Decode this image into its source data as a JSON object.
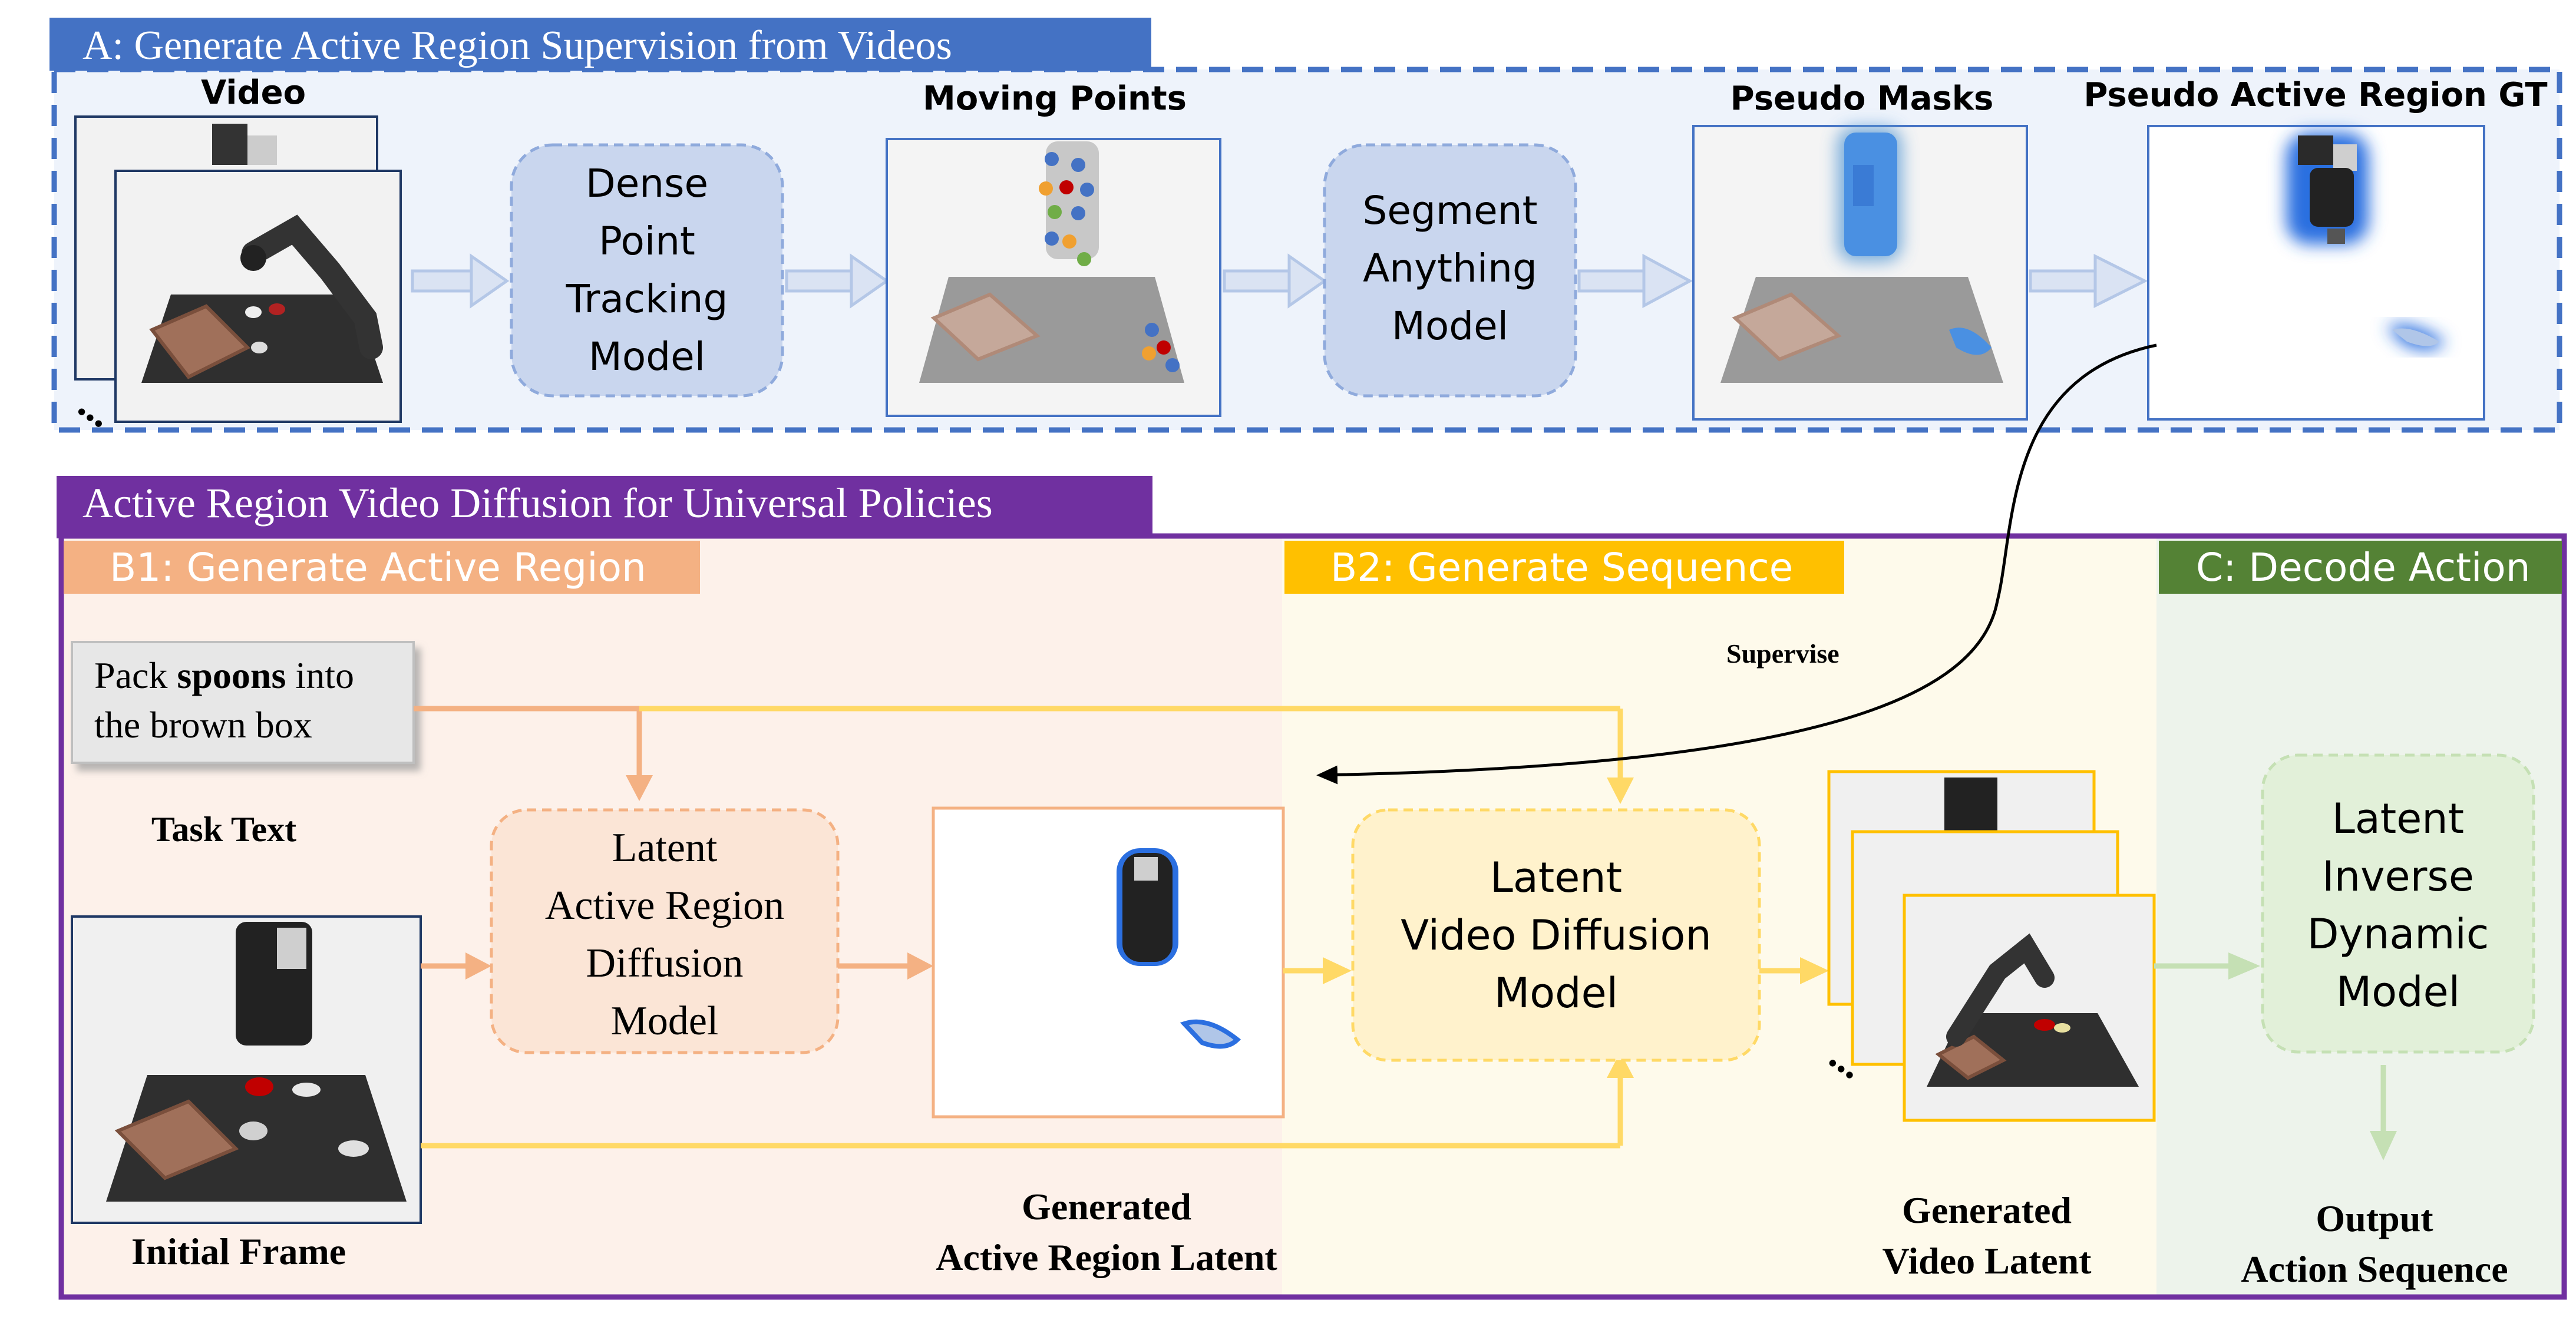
{
  "section_a": {
    "title": "A: Generate Active Region Supervision from Videos",
    "video_label": "Video",
    "tracking_lines": [
      "Dense",
      "Point",
      "Tracking",
      "Model"
    ],
    "moving_points_label": "Moving Points",
    "sam_lines": [
      "Segment",
      "Anything",
      "Model"
    ],
    "pseudo_masks_label": "Pseudo Masks",
    "pseudo_gt_label": "Pseudo Active Region GT"
  },
  "section_main": {
    "title": "Active Region Video Diffusion for Universal Policies"
  },
  "section_b1": {
    "title": "B1: Generate Active Region",
    "task_text_lines": [
      "the brown box"
    ],
    "task_text_prefix": "Pack ",
    "task_text_bold": "spoons",
    "task_text_suffix": " into",
    "task_label": "Task Text",
    "initial_frame_label": "Initial Frame",
    "latent_ar_lines": [
      "Latent",
      "Active Region",
      "Diffusion",
      "Model"
    ],
    "generated_ar_lines": [
      "Generated",
      "Active Region Latent"
    ]
  },
  "section_b2": {
    "title": "B2: Generate Sequence",
    "supervise_label": "Supervise",
    "latent_video_lines": [
      "Latent",
      "Video Diffusion",
      "Model"
    ],
    "generated_video_lines": [
      "Generated",
      "Video Latent"
    ]
  },
  "section_c": {
    "title": "C: Decode Action",
    "inverse_lines": [
      "Latent",
      "Inverse",
      "Dynamic",
      "Model"
    ],
    "output_lines": [
      "Output",
      "Action Sequence"
    ]
  },
  "colors": {
    "blue_header": "#4472c4",
    "purple_header": "#7030a0",
    "b1_header": "#f4b183",
    "b2_header": "#ffc000",
    "c_header": "#548235",
    "arrow_blue": "#b4c7e7",
    "arrow_orange": "#f4b183",
    "arrow_yellow": "#ffd966",
    "arrow_green": "#c5e0b4"
  }
}
